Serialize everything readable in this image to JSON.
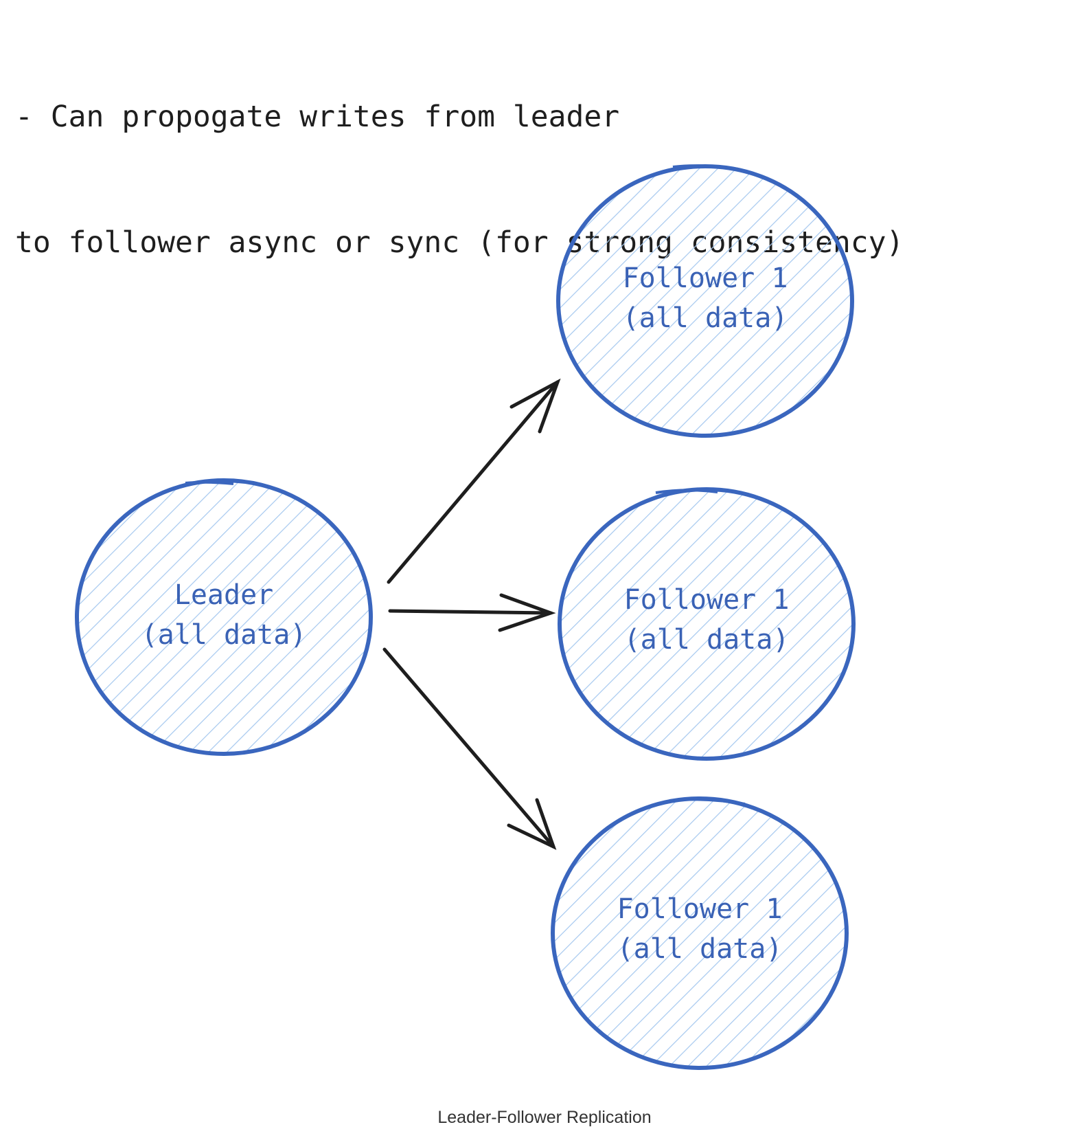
{
  "note": {
    "lines": [
      "- Can propogate writes from leader",
      "to follower async or sync (for strong consistency)"
    ]
  },
  "nodes": {
    "leader": {
      "line1": "Leader",
      "line2": "(all data)"
    },
    "follower_top": {
      "line1": "Follower 1",
      "line2": "(all data)"
    },
    "follower_middle": {
      "line1": "Follower 1",
      "line2": "(all data)"
    },
    "follower_bottom": {
      "line1": "Follower 1",
      "line2": "(all data)"
    }
  },
  "caption": "Leader-Follower Replication",
  "colors": {
    "node_stroke": "#3a66be",
    "node_hatch": "#a5c8ef",
    "node_label": "#3a62b5",
    "arrow": "#1e1e1e",
    "text": "#1e1e1e"
  }
}
